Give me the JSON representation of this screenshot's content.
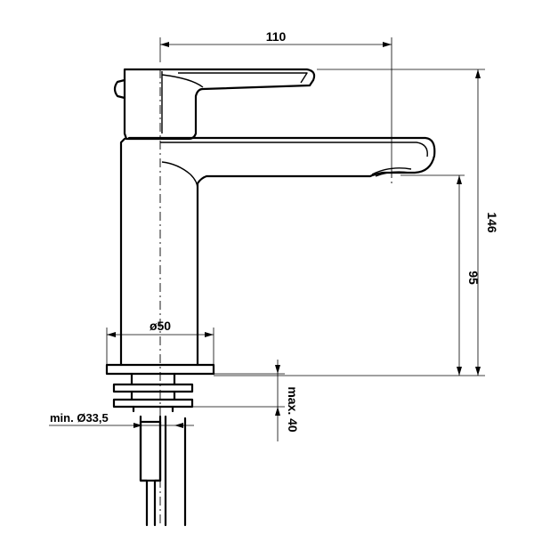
{
  "dimensions": {
    "width_top": "110",
    "height_total": "146",
    "height_spout": "95",
    "base_diameter": "ø50",
    "hole_min": "min. Ø33,5",
    "deck_max": "max. 40"
  }
}
